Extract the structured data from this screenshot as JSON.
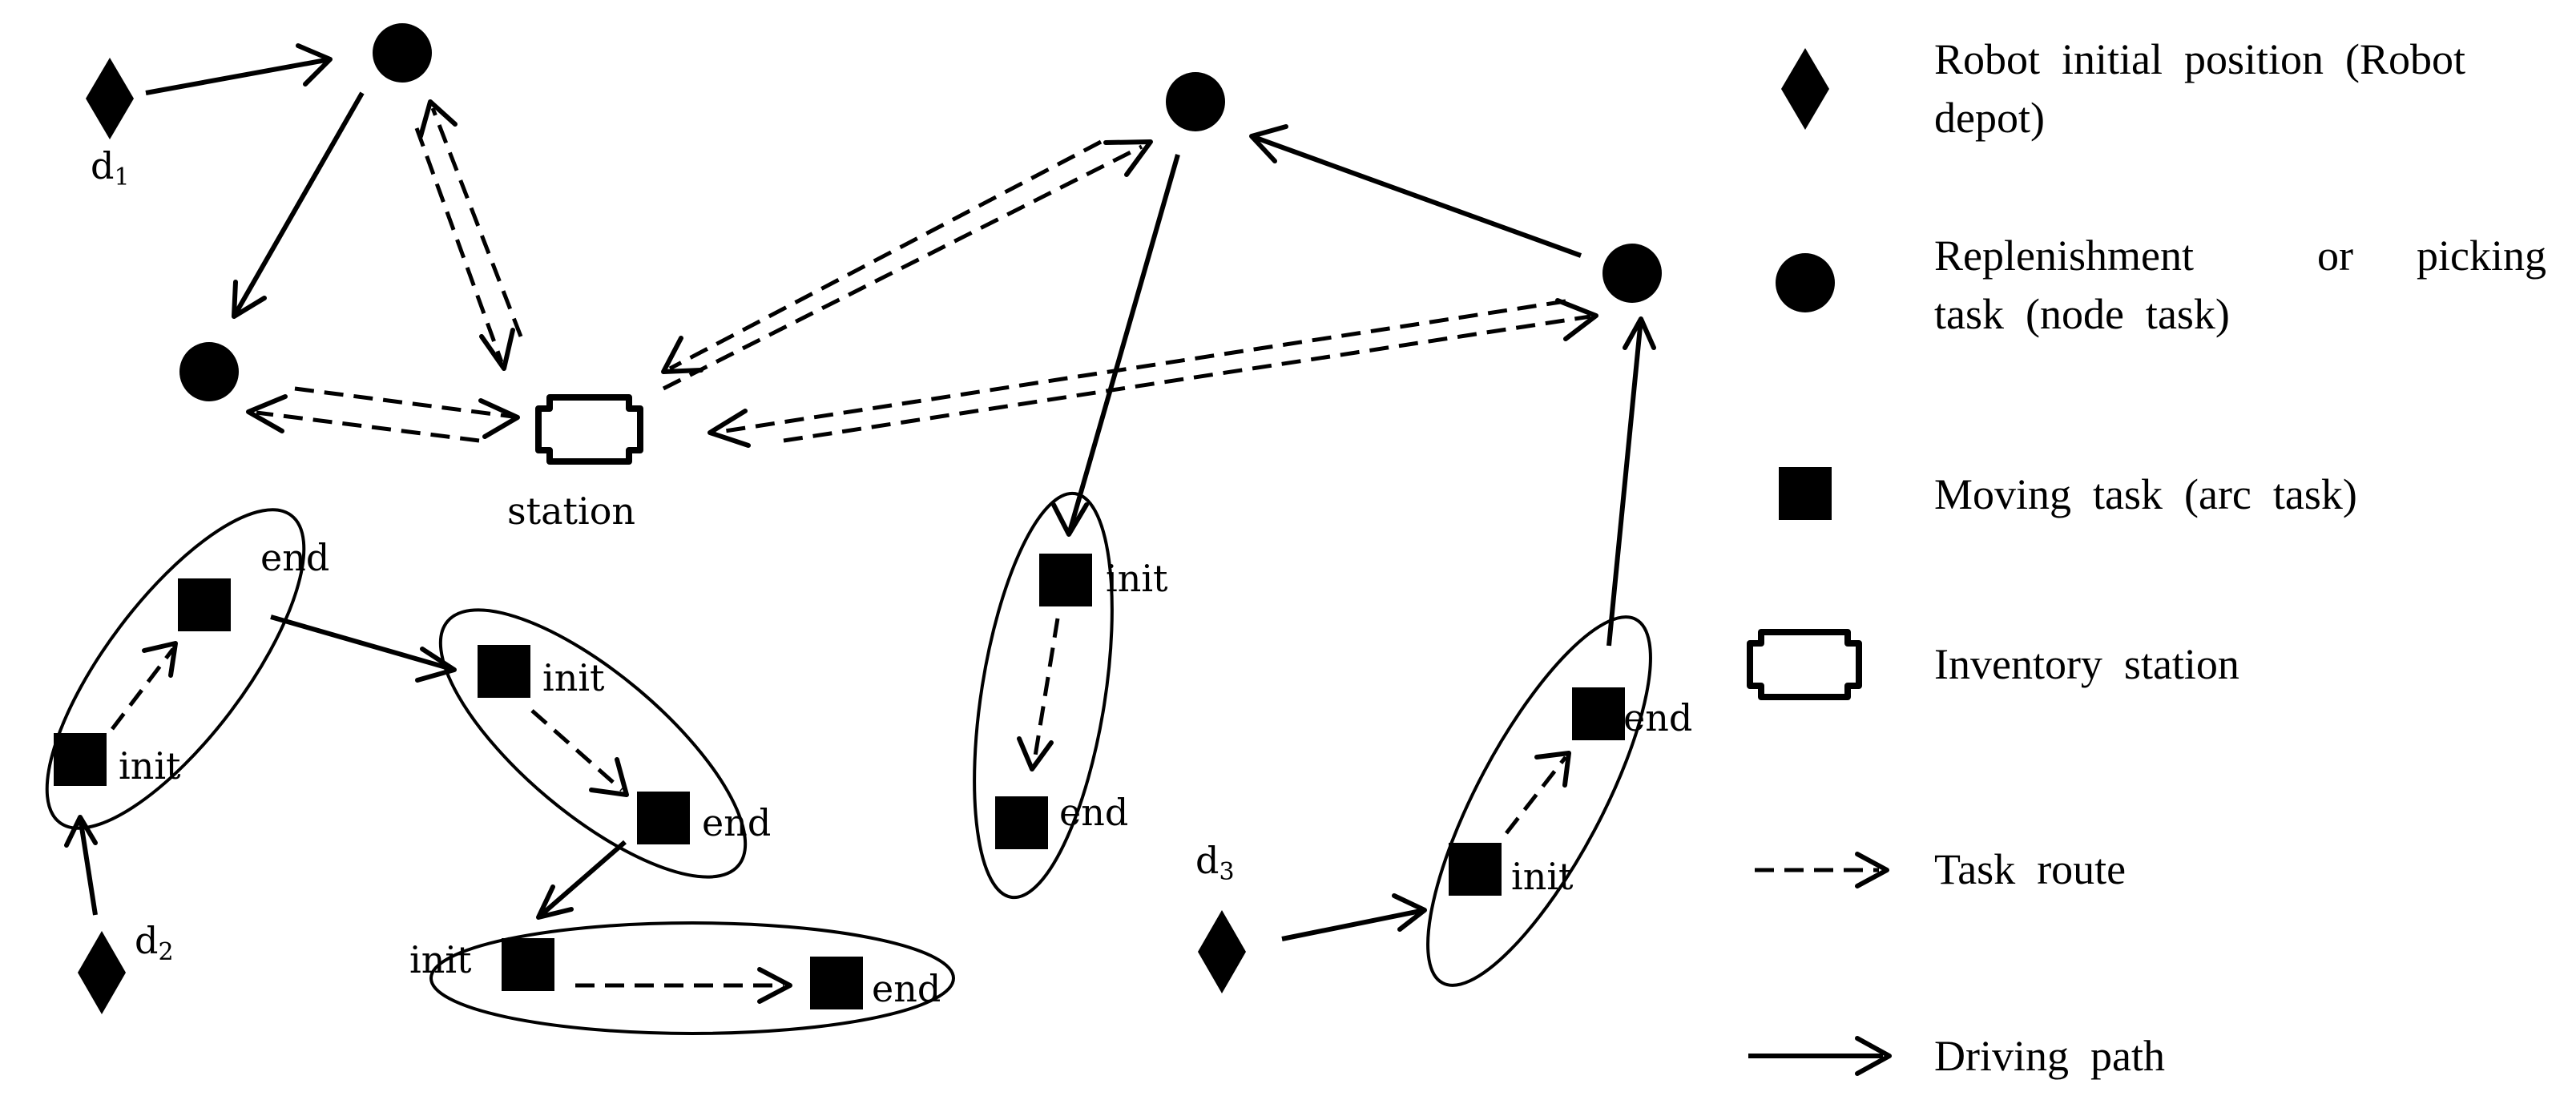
{
  "labels": {
    "d1": "d",
    "d1_sub": "1",
    "d2": "d",
    "d2_sub": "2",
    "d3": "d",
    "d3_sub": "3",
    "station": "station",
    "init": "init",
    "end": "end"
  },
  "legend": {
    "robot_depot_line1": "Robot  initial  position  (Robot",
    "robot_depot_line2": "depot)",
    "node_task_line1_a": "Replenishment",
    "node_task_line1_b": "or",
    "node_task_line1_c": "picking",
    "node_task_line2": "task  (node  task)",
    "arc_task": "Moving  task  (arc  task)",
    "inventory_station": "Inventory  station",
    "task_route": "Task  route",
    "driving_path": "Driving  path"
  }
}
